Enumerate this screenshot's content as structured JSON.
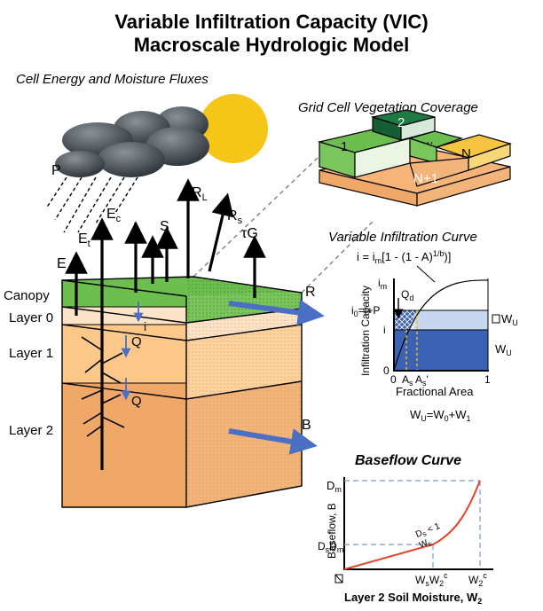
{
  "title": {
    "line1": "Variable Infiltration Capacity (VIC)",
    "line2": "Macroscale Hydrologic Model"
  },
  "cell": {
    "heading": "Cell Energy and Moisture Fluxes",
    "precip": "P",
    "fluxes": {
      "e": "E",
      "et": "E",
      "et_sub": "t",
      "ec": "E",
      "ec_sub": "c",
      "l": "L",
      "s": "S",
      "rl": "R",
      "rl_sub": "L",
      "rs": "R",
      "rs_sub": "s",
      "tau_g": "τG"
    },
    "layers": {
      "canopy": "Canopy",
      "layer0": "Layer 0",
      "layer1": "Layer 1",
      "layer2": "Layer 2"
    },
    "infil": "i",
    "drain1": "Q",
    "drain2": "Q",
    "runoff": "R",
    "baseflow": "B"
  },
  "vegetation": {
    "heading": "Grid Cell Vegetation Coverage",
    "tiles": [
      "1",
      "2",
      "...",
      "N",
      "N+1"
    ]
  },
  "infiltration": {
    "heading": "Variable Infiltration Curve",
    "equation_pre": "i = i",
    "equation_sub": "m",
    "equation_post": "[1 - (1 - A)",
    "equation_sup": "1/b",
    "equation_end": ")]",
    "ylabel": "Infiltration Capacity",
    "xlabel": "Fractional Area",
    "im": "i",
    "im_sub": "m",
    "i0": "i",
    "i0_sub": "0",
    "i0_post": "=i+P",
    "i": "i",
    "zero": "0",
    "qd": "Q",
    "qd_sub": "d",
    "as": "A",
    "as_sub": "s",
    "as2": "A",
    "as2_sub": "s",
    "as2_post": "'",
    "one": "1",
    "wu_top": "W",
    "wu_top_sub": "U",
    "wu": "W",
    "wu_sub": "U",
    "wu_eq": "W",
    "wu_eq_sub": "U",
    "wu_eq_mid": "=W",
    "wu_eq_sub0": "0",
    "wu_eq_plus": "+W",
    "wu_eq_sub1": "1"
  },
  "baseflow": {
    "heading": "Baseflow Curve",
    "ylabel": "Baseflow, B",
    "xlabel": "Layer 2 Soil Moisture, W",
    "xlabel_sub": "2",
    "dm": "D",
    "dm_sub": "m",
    "dsdm": "D",
    "dsdm_sub": "s",
    "dsdm_post": "D",
    "dsdm_sub2": "m",
    "ratio_top": "D",
    "ratio_top_sub": "s",
    "ratio_lt": "< 1",
    "ratio_bot": "W",
    "ratio_bot_sub": "s",
    "wsw2c": "W",
    "wsw2c_sub": "s",
    "wsw2c_mid": "W",
    "wsw2c_sub2": "2",
    "wsw2c_sup": "c",
    "w2c": "W",
    "w2c_sub": "2",
    "w2c_sup": "c"
  },
  "colors": {
    "canopy": "#6cbf4e",
    "layer0": "#fde3c8",
    "layer1": "#fcc88a",
    "layer2": "#f0a868",
    "arrow_blue": "#4a6fc4",
    "water_blue": "#3b62b5",
    "sun": "#f5c518",
    "curve_red": "#e0452a",
    "veg_dark": "#1d7a43",
    "veg_yellow": "#f5c542"
  }
}
